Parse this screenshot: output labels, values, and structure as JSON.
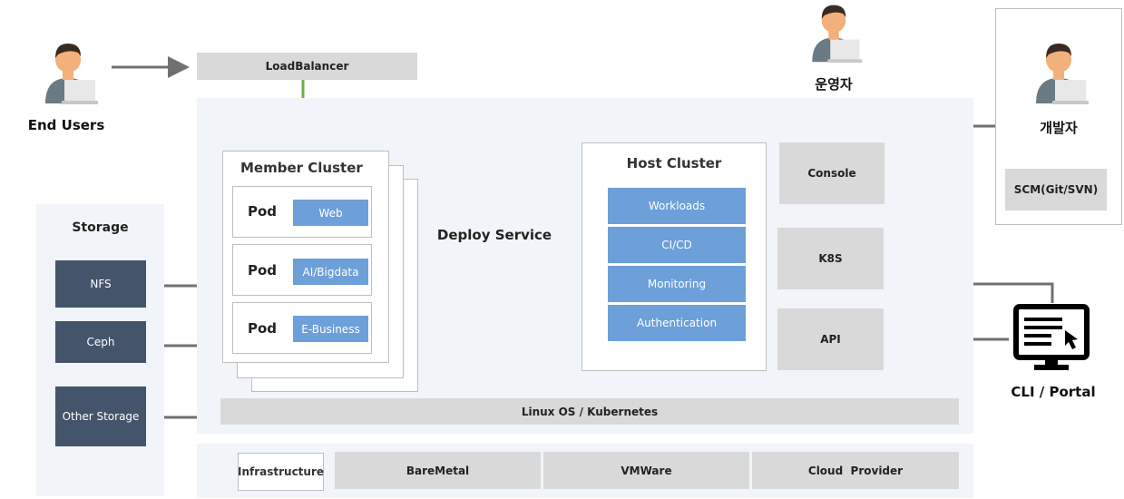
{
  "actors": {
    "end_users": "End Users",
    "operator": "운영자",
    "developer": "개발자",
    "cli": "CLI / Portal"
  },
  "load_balancer": "LoadBalancer",
  "storage": {
    "title": "Storage",
    "items": [
      "NFS",
      "Ceph",
      "Other Storage"
    ]
  },
  "member_cluster": {
    "title": "Member Cluster",
    "pods": [
      {
        "label": "Pod",
        "service": "Web"
      },
      {
        "label": "Pod",
        "service": "AI/Bigdata"
      },
      {
        "label": "Pod",
        "service": "E-Business"
      }
    ]
  },
  "deploy_service": "Deploy Service",
  "host_cluster": {
    "title": "Host Cluster",
    "items": [
      "Workloads",
      "CI/CD",
      "Monitoring",
      "Authentication"
    ]
  },
  "control": {
    "console": "Console",
    "k8s": "K8S",
    "api": "API"
  },
  "scm": "SCM(Git/SVN)",
  "os_layer": "Linux OS / Kubernetes",
  "infra": {
    "title": "Infrastructure",
    "items": [
      "BareMetal",
      "VMWare",
      "Cloud  Provider"
    ]
  },
  "colors": {
    "panel": "#f1f5f9",
    "grey": "#d9d9d9",
    "blue": "#6d9fd9",
    "dark": "#44546a",
    "green_link": "#70ad47",
    "arrow": "#707070"
  }
}
